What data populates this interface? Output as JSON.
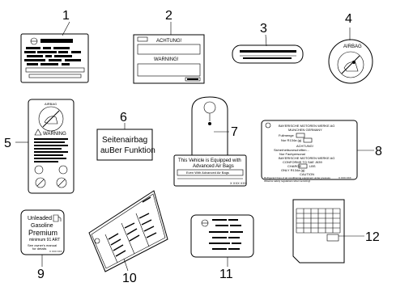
{
  "callouts": [
    "1",
    "2",
    "3",
    "4",
    "5",
    "6",
    "7",
    "8",
    "9",
    "10",
    "11",
    "12"
  ],
  "label2": {
    "top": "ACHTUNG!",
    "bottom": "WARNING!"
  },
  "label4": {
    "text": "AIRBAG"
  },
  "label5": {
    "top": "AIRBAG",
    "warning": "WARNING"
  },
  "label6": {
    "line1": "Seitenairbag",
    "line2": "auBer Funktion"
  },
  "label7": {
    "line1": "This Vehicle is Equipped with",
    "line2": "Advanced Air Bags",
    "line3": "Even With Advanced Air Bags"
  },
  "label8": {
    "header1": "BAYERISCHE MOTOREN WERKE AG",
    "header2": "MUNCHEN GERMANY",
    "fill_label": "Fullmenge",
    "fill_label2": "Nur R134a (g)",
    "achtung": "ACHTUNG!",
    "notice1": "Sicherheitsvorschriften...",
    "notice2": "Nur Fachpersonal",
    "bmw_line": "BAYERISCHE MOTOREN WERKE AG",
    "conforms": "CONFORMS TO SAE J639",
    "charge": "CHARGE",
    "lbs": "LBS",
    "only": "ONLY R134a (g)",
    "caution": "CAUTION",
    "caution_text1": "Refrigerant lines of air conditioning equipment under pressure",
    "caution_text2": "Observe safety regulations when servicing!"
  },
  "label9": {
    "line1": "Unleaded",
    "line2": "Gasoline",
    "line3": "Premium",
    "line4": "minimum 91 ART",
    "line5": "See owner's manual",
    "line6": "for details",
    "code": "X XXX XXX"
  },
  "label7_code": "X XXX XXX",
  "label8_code": "X XXX XXX"
}
